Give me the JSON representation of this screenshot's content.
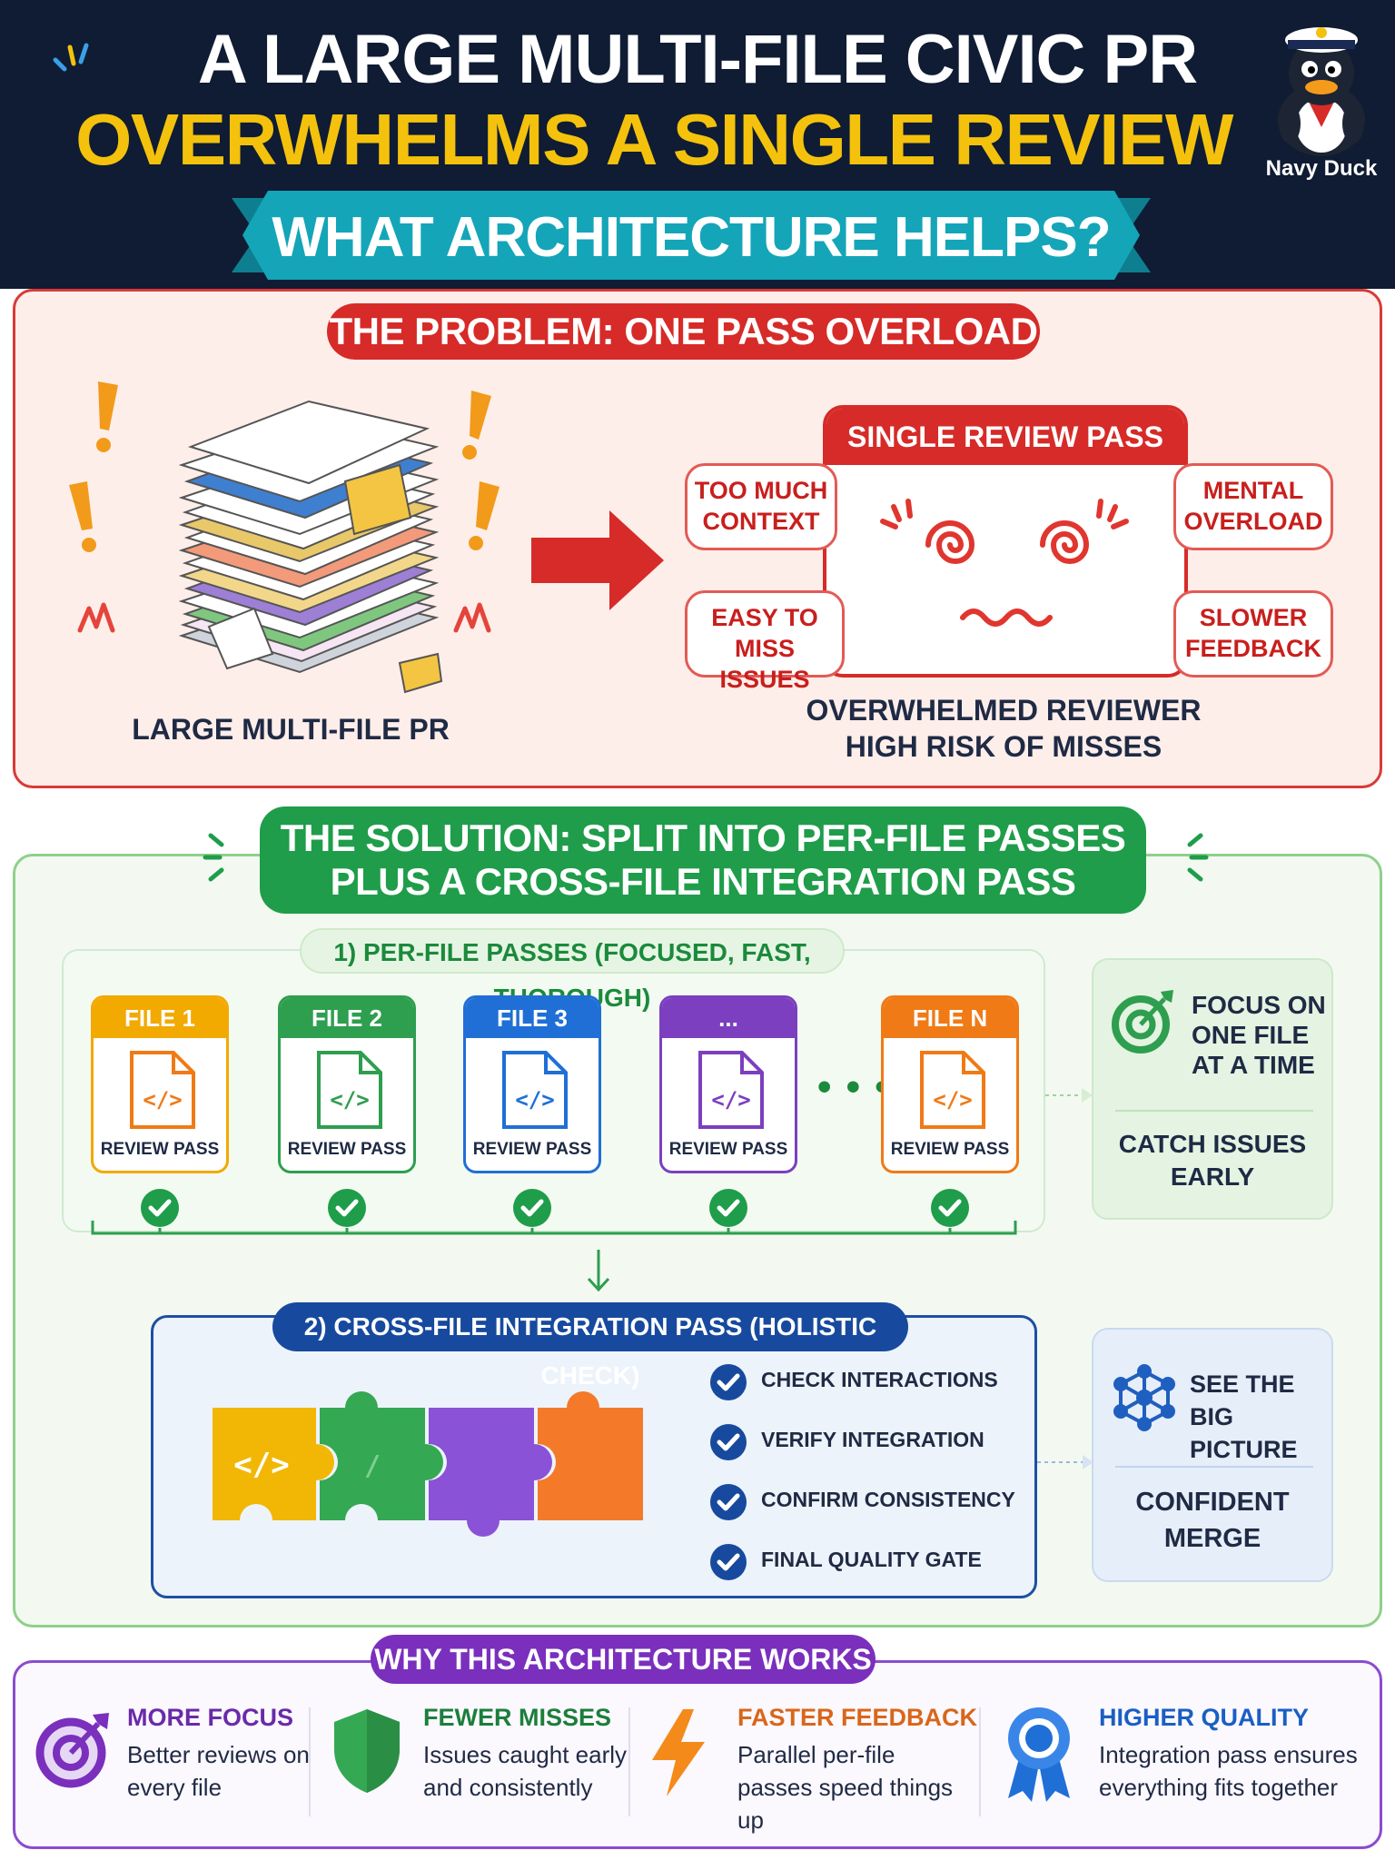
{
  "header": {
    "title_line1": "A LARGE MULTI-FILE CIVIC PR",
    "title_line2": "OVERWHELMS A SINGLE REVIEW PASS.",
    "ribbon": "WHAT ARCHITECTURE HELPS?",
    "mascot_label": "Navy Duck"
  },
  "problem": {
    "title": "THE PROBLEM: ONE PASS OVERLOAD",
    "stack_label": "LARGE MULTI-FILE PR",
    "card_title": "SINGLE REVIEW PASS",
    "bubbles": [
      "TOO MUCH CONTEXT",
      "EASY TO MISS ISSUES",
      "MENTAL OVERLOAD",
      "SLOWER FEEDBACK"
    ],
    "caption_line1": "OVERWHELMED REVIEWER",
    "caption_line2": "HIGH RISK OF MISSES"
  },
  "solution": {
    "title_line1": "THE SOLUTION: SPLIT INTO PER-FILE PASSES",
    "title_line2": "PLUS A CROSS-FILE INTEGRATION PASS",
    "per_file_title": "1) PER-FILE PASSES (FOCUSED, FAST, THOROUGH)",
    "files": [
      {
        "name": "FILE 1",
        "label": "REVIEW PASS",
        "color": "#f2a900"
      },
      {
        "name": "FILE 2",
        "label": "REVIEW PASS",
        "color": "#2e9e4f"
      },
      {
        "name": "FILE 3",
        "label": "REVIEW PASS",
        "color": "#1f6fd6"
      },
      {
        "name": "...",
        "label": "REVIEW PASS",
        "color": "#7b3fbf"
      },
      {
        "name": "FILE N",
        "label": "REVIEW PASS",
        "color": "#f07a16"
      }
    ],
    "ellipsis": "• • •",
    "side1_top": "FOCUS ON ONE FILE AT A TIME",
    "side1_bottom": "CATCH ISSUES EARLY",
    "integration_title": "2) CROSS-FILE INTEGRATION PASS (HOLISTIC CHECK)",
    "checks": [
      "CHECK INTERACTIONS",
      "VERIFY INTEGRATION",
      "CONFIRM CONSISTENCY",
      "FINAL QUALITY GATE"
    ],
    "side2_top": "SEE THE BIG PICTURE",
    "side2_bottom": "CONFIDENT MERGE"
  },
  "why": {
    "title": "WHY THIS ARCHITECTURE WORKS",
    "items": [
      {
        "title": "MORE FOCUS",
        "desc": "Better reviews on every file",
        "icon": "target-icon",
        "color": "#7a2fbd"
      },
      {
        "title": "FEWER MISSES",
        "desc": "Issues caught early and consistently",
        "icon": "shield-icon",
        "color": "#2e9e4f"
      },
      {
        "title": "FASTER FEEDBACK",
        "desc": "Parallel per-file passes speed things up",
        "icon": "lightning-icon",
        "color": "#f07a16"
      },
      {
        "title": "HIGHER QUALITY",
        "desc": "Integration pass ensures everything fits together",
        "icon": "award-ribbon-icon",
        "color": "#1f6fd6"
      }
    ]
  },
  "colors": {
    "header_bg": "#0f1c33",
    "accent_yellow": "#f4c20d",
    "ribbon_teal": "#14a5b8",
    "problem_red": "#d62b28",
    "solution_green": "#1f9d4a",
    "integration_blue": "#174a9e",
    "why_purple": "#7a2fbd"
  }
}
